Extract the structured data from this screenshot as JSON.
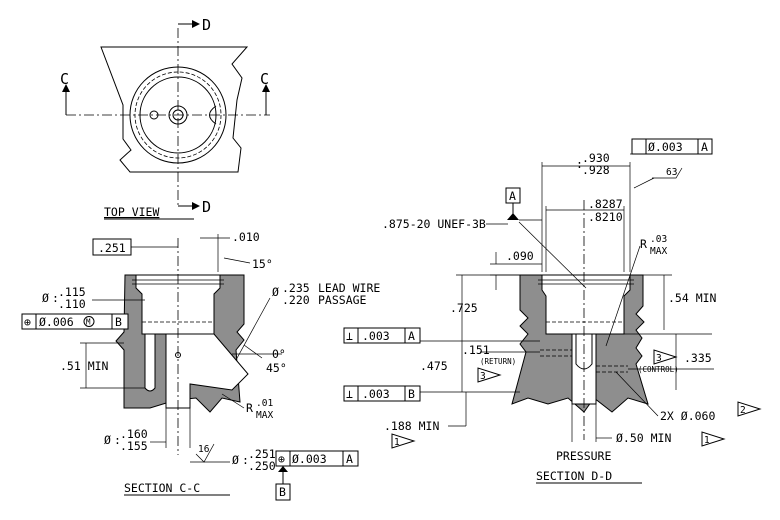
{
  "top_view": {
    "section_letter_c": "C",
    "section_letter_d": "D",
    "caption": "TOP VIEW"
  },
  "section_cc": {
    "caption": "SECTION C-C",
    "dim_251_box": ".251",
    "dim_010": ".010",
    "angle_15": "15°",
    "dia_symbol": "Ø",
    "dia_115_upper": ".115",
    "dia_115_lower": ".110",
    "fcf_pos": "⊕",
    "fcf_tol": "Ø.006",
    "fcf_mod": "M",
    "fcf_datum": "B",
    "dim_51_min": ".51 MIN",
    "lead_dia_upper": ".235",
    "lead_dia_lower": ".220",
    "lead_note_1": "LEAD WIRE",
    "lead_note_2": "PASSAGE",
    "angle_0": "0°",
    "angle_45": "45°",
    "radius_r": "R",
    "radius_val": ".01",
    "radius_max": "MAX",
    "dia_160_upper": ".160",
    "dia_160_lower": ".155",
    "finish_16": "16",
    "dia_251_upper": ".251",
    "dia_251_lower": ".250",
    "fcf2_tol": "Ø.003",
    "fcf2_datum": "A",
    "datum_b": "B"
  },
  "section_dd": {
    "caption": "SECTION D-D",
    "dia_930_upper": ".930",
    "dia_930_lower": ".928",
    "fcf_tol": "Ø.003",
    "fcf_datum": "A",
    "finish_63": "63",
    "datum_a": "A",
    "thread_note": ".875-20 UNEF-3B",
    "dia_8287_upper": ".8287",
    "dia_8287_lower": ".8210",
    "radius_r": "R",
    "radius_val": ".03",
    "radius_max": "MAX",
    "dim_090": ".090",
    "dim_725": ".725",
    "dim_54_min": ".54 MIN",
    "perp_sym": "⊥",
    "perp1_tol": ".003",
    "perp1_datum": "A",
    "dim_151": ".151",
    "return_label": "(RETURN)",
    "dim_475": ".475",
    "flag_3": "3",
    "dim_335": ".335",
    "control_label": "(CONTROL)",
    "perp2_tol": ".003",
    "perp2_datum": "B",
    "dim_188_min": ".188 MIN",
    "flag_1": "1",
    "hole_note": "2X Ø.060",
    "flag_2": "2",
    "pressure_label": "PRESSURE",
    "dim_50_min": "Ø.50 MIN"
  }
}
